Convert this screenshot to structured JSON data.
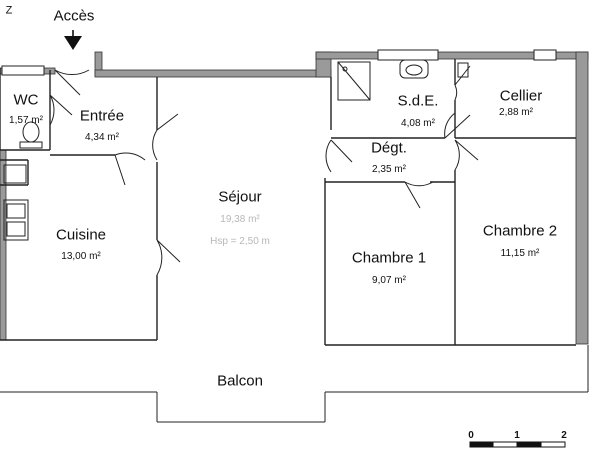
{
  "plan": {
    "north_mark": "Z",
    "access_label": "Accès",
    "colors": {
      "wall": "#9a9a9a",
      "line": "#222222",
      "background": "#ffffff",
      "faded_text": "#b8b8b8"
    },
    "rooms": {
      "wc": {
        "name": "WC",
        "area": "1,57 m²"
      },
      "entree": {
        "name": "Entrée",
        "area": "4,34 m²"
      },
      "cuisine": {
        "name": "Cuisine",
        "area": "13,00 m²"
      },
      "sejour": {
        "name": "Séjour",
        "area": "19,38 m²",
        "height": "Hsp = 2,50 m"
      },
      "sde": {
        "name": "S.d.E.",
        "area": "4,08 m²"
      },
      "cellier": {
        "name": "Cellier",
        "area": "2,88 m²"
      },
      "degt": {
        "name": "Dégt.",
        "area": "2,35 m²"
      },
      "chambre1": {
        "name": "Chambre 1",
        "area": "9,07 m²"
      },
      "chambre2": {
        "name": "Chambre 2",
        "area": "11,15 m²"
      },
      "balcon": {
        "name": "Balcon"
      }
    },
    "scale": {
      "ticks": [
        "0",
        "1",
        "2"
      ]
    }
  }
}
